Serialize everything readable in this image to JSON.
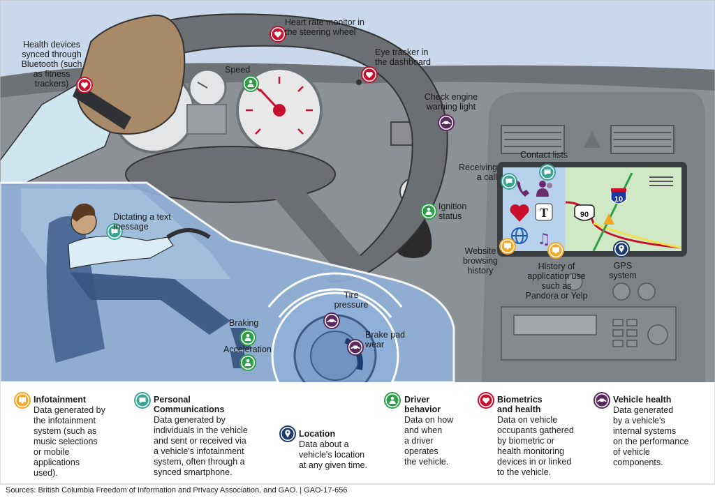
{
  "colors": {
    "background_wall": "#c9d8ea",
    "dashboard": "#8a8f93",
    "car_overlay": "#8fb1d8",
    "infotainment": "#f5a623",
    "personal_communications": "#3aa596",
    "location": "#1c3a6e",
    "driver_behavior": "#2e9e4a",
    "biometrics": "#c8102e",
    "vehicle_health": "#5a2a5e"
  },
  "callouts": {
    "health_devices": "Health devices\nsynced through\nBluetooth (such\nas fitness\ntrackers)",
    "heart_rate": "Heart rate monitor in\nthe steering wheel",
    "eye_tracker": "Eye tracker in\nthe dashboard",
    "speed": "Speed",
    "check_engine": "Check engine\nwarning light",
    "contact_lists": "Contact lists",
    "receiving_call": "Receiving\na call",
    "ignition": "Ignition\nstatus",
    "dictating": "Dictating a text\nmessage",
    "website": "Website\nbrowsing\nhistory",
    "history_apps": "History of\napplication use\nsuch as\nPandora or Yelp",
    "gps": "GPS\nsystem",
    "tire_pressure": "Tire\npressure",
    "brake_pad": "Brake pad\nwear",
    "braking": "Braking",
    "acceleration": "Acceleration"
  },
  "nav_signs": {
    "interstate": "10",
    "us_route": "90"
  },
  "legend": [
    {
      "key": "infotainment",
      "title": "Infotainment",
      "desc": "Data generated by\nthe infotainment\nsystem (such as\nmusic selections\nor mobile\napplications\nused).",
      "icon": "monitor-icon"
    },
    {
      "key": "personal_communications",
      "title": "Personal\nCommunications",
      "desc": "Data generated by\nindividuals in the vehicle\nand sent or received via\na vehicle's infotainment\nsystem, often through a\nsynced smartphone.",
      "icon": "speech-bubble-icon"
    },
    {
      "key": "location",
      "title": "Location",
      "desc": "Data about a\nvehicle's location\nat any given time.",
      "icon": "map-pin-icon"
    },
    {
      "key": "driver_behavior",
      "title": "Driver\nbehavior",
      "desc": "Data on how\nand when\na driver\noperates\nthe vehicle.",
      "icon": "person-icon"
    },
    {
      "key": "biometrics",
      "title": "Biometrics\nand health",
      "desc": "Data on vehicle\noccupants gathered\nby biometric or\nhealth monitoring\ndevices in or linked\nto the vehicle.",
      "icon": "heart-icon"
    },
    {
      "key": "vehicle_health",
      "title": "Vehicle health",
      "desc": "Data generated\nby a vehicle's\ninternal systems\non the performance\nof vehicle\ncomponents.",
      "icon": "car-icon"
    }
  ],
  "source": "Sources: British Columbia Freedom of Information and Privacy Association, and GAO.  |  GAO-17-656"
}
